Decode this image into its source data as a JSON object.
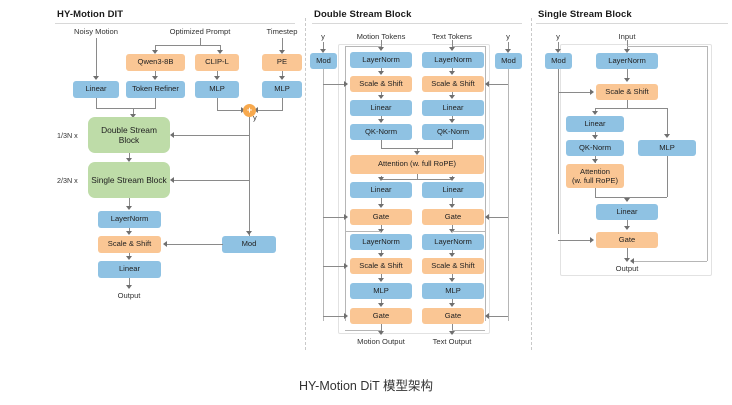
{
  "caption": "HY-Motion DiT 模型架构",
  "colors": {
    "blue": "#8fc2e3",
    "orange": "#fac694",
    "green": "#bedca8",
    "plus": "#f7a94e",
    "line": "#8a8a8a"
  },
  "panels": {
    "left": {
      "title": "HY-Motion DIT",
      "inputs": [
        {
          "name": "noisy-motion",
          "label": "Noisy Motion"
        },
        {
          "name": "optimized-prompt",
          "label": "Optimized Prompt"
        },
        {
          "name": "timestep",
          "label": "Timestep"
        }
      ],
      "nodes": [
        {
          "name": "qwen3-8b",
          "label": "Qwen3-8B",
          "type": "orange"
        },
        {
          "name": "clip-l",
          "label": "CLIP-L",
          "type": "orange"
        },
        {
          "name": "pe",
          "label": "PE",
          "type": "orange"
        },
        {
          "name": "linear-in",
          "label": "Linear",
          "type": "blue"
        },
        {
          "name": "token-refiner",
          "label": "Token Refiner",
          "type": "blue"
        },
        {
          "name": "mlp-clip",
          "label": "MLP",
          "type": "blue"
        },
        {
          "name": "mlp-pe",
          "label": "MLP",
          "type": "blue"
        },
        {
          "name": "double-stream-block",
          "label": "Double Stream Block",
          "type": "green"
        },
        {
          "name": "single-stream-block",
          "label": "Single Stream Block",
          "type": "green"
        },
        {
          "name": "layernorm-out",
          "label": "LayerNorm",
          "type": "blue"
        },
        {
          "name": "scale-shift-out",
          "label": "Scale & Shift",
          "type": "orange"
        },
        {
          "name": "linear-out",
          "label": "Linear",
          "type": "blue"
        },
        {
          "name": "mod",
          "label": "Mod",
          "type": "blue"
        }
      ],
      "repeat_labels": [
        {
          "name": "double-repeat",
          "label": "1/3N x"
        },
        {
          "name": "single-repeat",
          "label": "2/3N x"
        }
      ],
      "plus_symbol": "+",
      "y_label": "y",
      "output_label": "Output"
    },
    "middle": {
      "title": "Double Stream Block",
      "y_left": "y",
      "y_right": "y",
      "mod_left": "Mod",
      "mod_right": "Mod",
      "stream_motion_header": "Motion Tokens",
      "stream_text_header": "Text Tokens",
      "motion_chain": [
        {
          "name": "ds-motion-layernorm-1",
          "label": "LayerNorm",
          "type": "blue"
        },
        {
          "name": "ds-motion-scaleshift-1",
          "label": "Scale & Shift",
          "type": "orange"
        },
        {
          "name": "ds-motion-linear-1",
          "label": "Linear",
          "type": "blue"
        },
        {
          "name": "ds-motion-qknorm",
          "label": "QK-Norm",
          "type": "blue"
        },
        {
          "name": "ds-motion-linear-2",
          "label": "Linear",
          "type": "blue"
        },
        {
          "name": "ds-motion-gate-1",
          "label": "Gate",
          "type": "orange"
        },
        {
          "name": "ds-motion-layernorm-2",
          "label": "LayerNorm",
          "type": "blue"
        },
        {
          "name": "ds-motion-scaleshift-2",
          "label": "Scale & Shift",
          "type": "orange"
        },
        {
          "name": "ds-motion-mlp",
          "label": "MLP",
          "type": "blue"
        },
        {
          "name": "ds-motion-gate-2",
          "label": "Gate",
          "type": "orange"
        }
      ],
      "text_chain": [
        {
          "name": "ds-text-layernorm-1",
          "label": "LayerNorm",
          "type": "blue"
        },
        {
          "name": "ds-text-scaleshift-1",
          "label": "Scale & Shift",
          "type": "orange"
        },
        {
          "name": "ds-text-linear-1",
          "label": "Linear",
          "type": "blue"
        },
        {
          "name": "ds-text-qknorm",
          "label": "QK-Norm",
          "type": "blue"
        },
        {
          "name": "ds-text-linear-2",
          "label": "Linear",
          "type": "blue"
        },
        {
          "name": "ds-text-gate-1",
          "label": "Gate",
          "type": "orange"
        },
        {
          "name": "ds-text-layernorm-2",
          "label": "LayerNorm",
          "type": "blue"
        },
        {
          "name": "ds-text-scaleshift-2",
          "label": "Scale & Shift",
          "type": "orange"
        },
        {
          "name": "ds-text-mlp",
          "label": "MLP",
          "type": "blue"
        },
        {
          "name": "ds-text-gate-2",
          "label": "Gate",
          "type": "orange"
        }
      ],
      "attention": {
        "name": "ds-attention",
        "label": "Attention (w. full RoPE)",
        "type": "orange"
      },
      "motion_output": "Motion Output",
      "text_output": "Text Output"
    },
    "right": {
      "title": "Single Stream Block",
      "y_label": "y",
      "input_label": "Input",
      "mod": "Mod",
      "nodes": [
        {
          "name": "ss-layernorm",
          "label": "LayerNorm",
          "type": "blue"
        },
        {
          "name": "ss-scaleshift",
          "label": "Scale & Shift",
          "type": "orange"
        },
        {
          "name": "ss-linear-1",
          "label": "Linear",
          "type": "blue"
        },
        {
          "name": "ss-qknorm",
          "label": "QK-Norm",
          "type": "blue"
        },
        {
          "name": "ss-attention",
          "label": "Attention\n(w. full RoPE)",
          "type": "orange"
        },
        {
          "name": "ss-mlp",
          "label": "MLP",
          "type": "blue"
        },
        {
          "name": "ss-linear-2",
          "label": "Linear",
          "type": "blue"
        },
        {
          "name": "ss-gate",
          "label": "Gate",
          "type": "orange"
        }
      ],
      "attention_line1": "Attention",
      "attention_line2": "(w. full RoPE)",
      "output_label": "Output"
    }
  }
}
